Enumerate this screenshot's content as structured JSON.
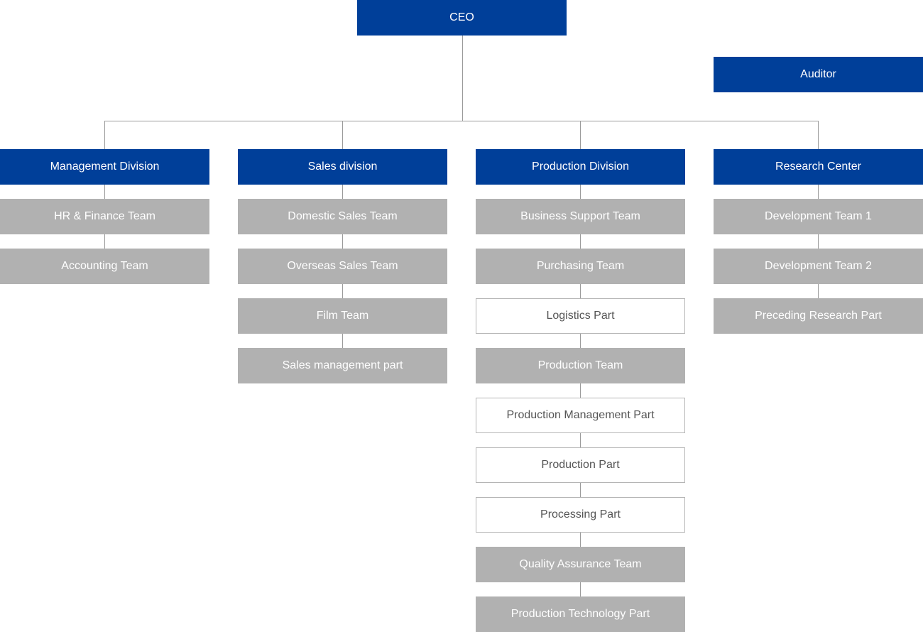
{
  "colors": {
    "primary": "#003f99",
    "team": "#b1b1b1",
    "part_bg": "#ffffff",
    "part_border": "#b5b5b5",
    "connector": "#9a9a9a"
  },
  "ceo": {
    "label": "CEO"
  },
  "auditor": {
    "label": "Auditor"
  },
  "divisions": [
    {
      "label": "Management Division",
      "units": [
        {
          "label": "HR & Finance Team",
          "kind": "team"
        },
        {
          "label": "Accounting Team",
          "kind": "team"
        }
      ]
    },
    {
      "label": "Sales division",
      "units": [
        {
          "label": "Domestic Sales Team",
          "kind": "team"
        },
        {
          "label": "Overseas Sales Team",
          "kind": "team"
        },
        {
          "label": "Film Team",
          "kind": "team"
        },
        {
          "label": "Sales management part",
          "kind": "team"
        }
      ]
    },
    {
      "label": "Production Division",
      "units": [
        {
          "label": "Business Support Team",
          "kind": "team"
        },
        {
          "label": "Purchasing Team",
          "kind": "team"
        },
        {
          "label": "Logistics Part",
          "kind": "part"
        },
        {
          "label": "Production Team",
          "kind": "team"
        },
        {
          "label": "Production Management Part",
          "kind": "part"
        },
        {
          "label": "Production Part",
          "kind": "part"
        },
        {
          "label": "Processing Part",
          "kind": "part"
        },
        {
          "label": "Quality Assurance Team",
          "kind": "team"
        },
        {
          "label": "Production Technology Part",
          "kind": "team"
        }
      ]
    },
    {
      "label": "Research Center",
      "units": [
        {
          "label": "Development Team 1",
          "kind": "team"
        },
        {
          "label": "Development Team 2",
          "kind": "team"
        },
        {
          "label": "Preceding Research Part",
          "kind": "team"
        }
      ]
    }
  ]
}
